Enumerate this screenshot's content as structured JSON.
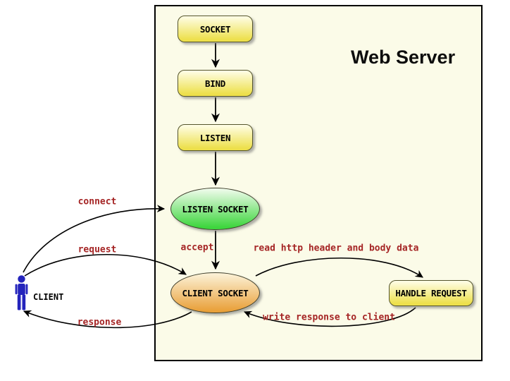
{
  "diagram": {
    "title": "Web Server",
    "nodes": {
      "socket": {
        "label": "SOCKET",
        "type": "process"
      },
      "bind": {
        "label": "BIND",
        "type": "process"
      },
      "listen": {
        "label": "LISTEN",
        "type": "process"
      },
      "listen_socket": {
        "label": "LISTEN SOCKET",
        "type": "state"
      },
      "client_socket": {
        "label": "CLIENT SOCKET",
        "type": "state"
      },
      "handle_request": {
        "label": "HANDLE REQUEST",
        "type": "process"
      },
      "client": {
        "label": "CLIENT",
        "type": "actor"
      }
    },
    "edges": {
      "socket_to_bind": {
        "from": "socket",
        "to": "bind",
        "label": ""
      },
      "bind_to_listen": {
        "from": "bind",
        "to": "listen",
        "label": ""
      },
      "listen_to_lsock": {
        "from": "listen",
        "to": "listen_socket",
        "label": ""
      },
      "accept": {
        "from": "listen_socket",
        "to": "client_socket",
        "label": "accept"
      },
      "connect": {
        "from": "client",
        "to": "listen_socket",
        "label": "connect"
      },
      "request": {
        "from": "client",
        "to": "client_socket",
        "label": "request"
      },
      "response": {
        "from": "client_socket",
        "to": "client",
        "label": "response"
      },
      "read": {
        "from": "client_socket",
        "to": "handle_request",
        "label": "read http header and body data"
      },
      "write": {
        "from": "handle_request",
        "to": "client_socket",
        "label": "write response to client"
      }
    },
    "colors": {
      "container_fill": "#FBFBE8",
      "yellow_top": "#FFFEE9",
      "yellow_bottom": "#EDE04C",
      "green_top": "#F2FCEE",
      "green_bottom": "#3ED63E",
      "orange_top": "#FCF3D9",
      "orange_bottom": "#E9A13B",
      "label_red": "#A52525",
      "client_blue": "#2424BC"
    }
  }
}
